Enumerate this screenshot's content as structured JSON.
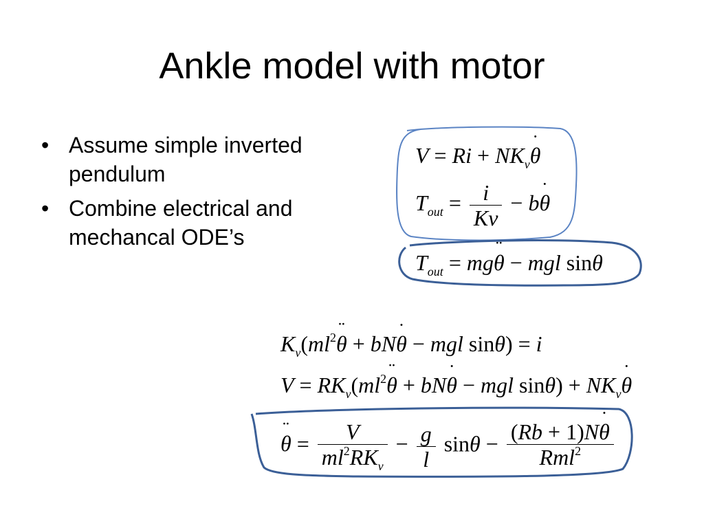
{
  "slide": {
    "title": "Ankle model with motor",
    "bullets": [
      {
        "text": "Assume simple inverted pendulum"
      },
      {
        "text": "Combine electrical and mechancal ODE’s"
      }
    ],
    "bullet_glyph": "•"
  },
  "annotations": {
    "ink_colors": {
      "thin_loop": "#5b84c4",
      "thick_loop": "#3b5f97"
    }
  }
}
